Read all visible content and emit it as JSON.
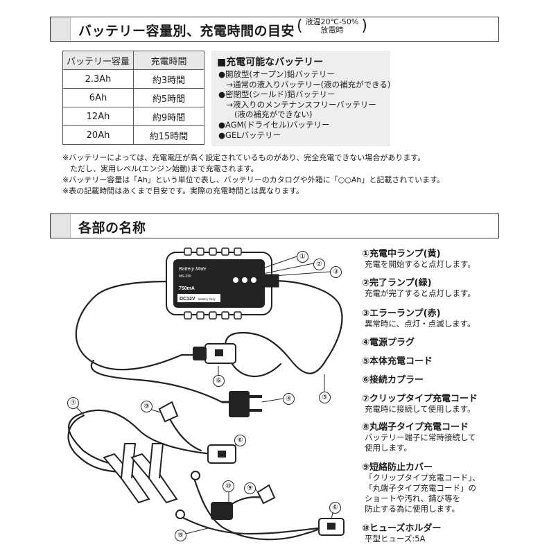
{
  "section1": {
    "title": "バッテリー容量別、充電時間の目安",
    "note_line1": "液温20℃-50%",
    "note_line2": "放電時"
  },
  "table": {
    "headers": [
      "バッテリー容量",
      "充電時間"
    ],
    "rows": [
      [
        "2.3Ah",
        "約3時間"
      ],
      [
        "6Ah",
        "約5時間"
      ],
      [
        "12Ah",
        "約9時間"
      ],
      [
        "20Ah",
        "約15時間"
      ]
    ]
  },
  "batteries": {
    "title": "■充電可能なバッテリー",
    "lines": [
      "●開放型(オープン)鉛バッテリー",
      "　→通常の液入りバッテリー(液の補充ができる)",
      "●密閉型(シールド)鉛バッテリー",
      "　→液入りのメンテナンスフリーバッテリー",
      "　　(液の補充ができない)",
      "●AGM(ドライセル)バッテリー",
      "●GELバッテリー"
    ]
  },
  "notes": [
    "※バッテリーによっては、充電電圧が高く設定されているものがあり、完全充電できない場合があります。",
    "　ただし、実用レベル(エンジン始動)まで充電されます。",
    "※バッテリー容量は「Ah」という単位で表し、バッテリーのカタログや外箱に「○○Ah」と記載されています。",
    "※表の記載時間はあくまで目安です。実際の充電時間とは異なります。"
  ],
  "section2": {
    "title": "各部の名称"
  },
  "device_labels": {
    "brand": "Battery Mate",
    "model": "MS-330",
    "amp": "750mA",
    "voltage": "DC12V",
    "battery_only": "Battery Only"
  },
  "parts": [
    {
      "num": "①",
      "name": "充電中ランプ(黄)",
      "desc": [
        "充電を開始すると点灯します。"
      ]
    },
    {
      "num": "②",
      "name": "完了ランプ(緑)",
      "desc": [
        "充電が完了すると点灯します。"
      ]
    },
    {
      "num": "③",
      "name": "エラーランプ(赤)",
      "desc": [
        "異常時に、点灯・点滅します。"
      ]
    },
    {
      "num": "④",
      "name": "電源プラグ",
      "desc": []
    },
    {
      "num": "⑤",
      "name": "本体充電コード",
      "desc": []
    },
    {
      "num": "⑥",
      "name": "接続カプラー",
      "desc": []
    },
    {
      "num": "⑦",
      "name": "クリップタイプ充電コード",
      "desc": [
        "充電時に接続して使用します。"
      ]
    },
    {
      "num": "⑧",
      "name": "丸端子タイプ充電コード",
      "desc": [
        "バッテリー端子に常時接続して",
        "使用します。"
      ]
    },
    {
      "num": "⑨",
      "name": "短絡防止カバー",
      "desc": [
        "「クリップタイプ充電コード」、",
        "「丸端子タイプ充電コード」の",
        "ショートや汚れ、錆び等を",
        "防止する為に使用します。"
      ]
    },
    {
      "num": "⑩",
      "name": "ヒューズホルダー",
      "desc": [
        "平型ヒューズ:5A"
      ]
    }
  ],
  "callouts": [
    "①",
    "②",
    "③",
    "④",
    "⑤",
    "⑥",
    "⑦",
    "⑥",
    "⑨",
    "⑨",
    "⑩",
    "⑥",
    "⑧"
  ]
}
